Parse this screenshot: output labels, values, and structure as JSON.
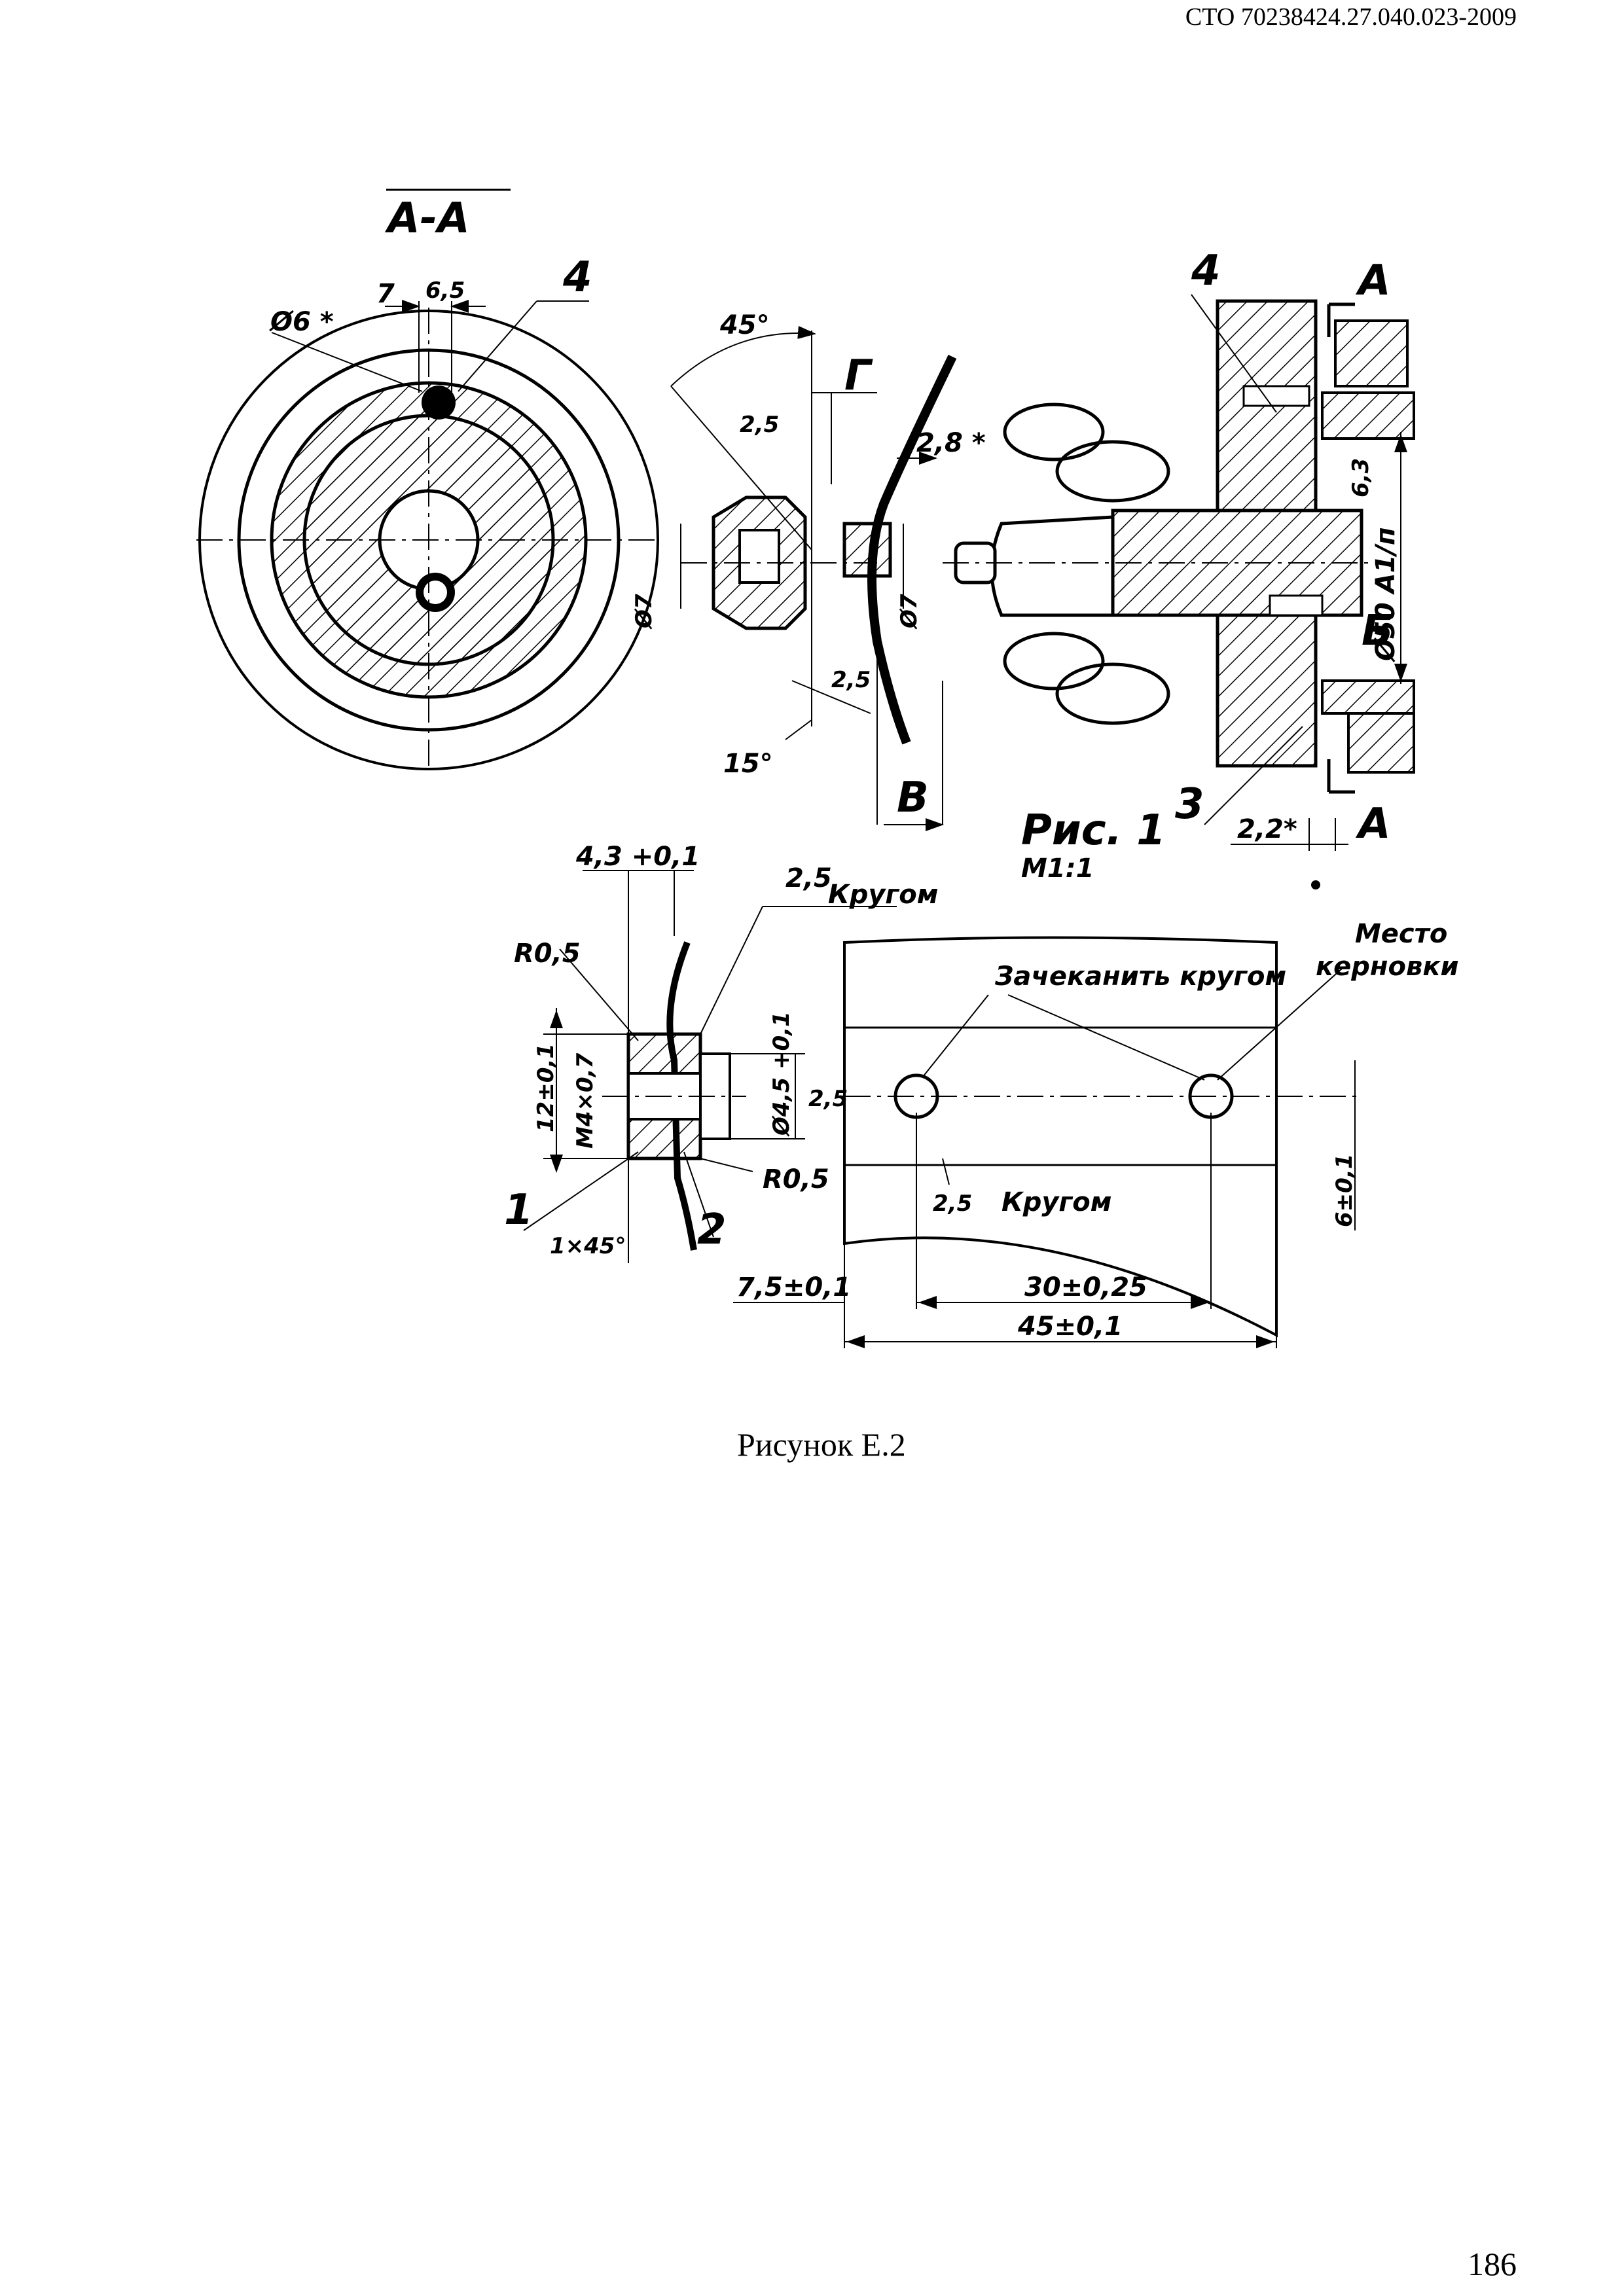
{
  "header": {
    "doc_code": "СТО 70238424.27.040.023-2009"
  },
  "figure": {
    "caption": "Рисунок Е.2",
    "labels": {
      "section_aa": "А-А",
      "callout_4_left": "4",
      "dim_d6": "Ø6 *",
      "dim_7_top": "7",
      "dim_6_5": "6,5",
      "angle_45": "45°",
      "dim_2_5_a": "2,5",
      "label_g": "Г",
      "dim_2_8": "2,8 *",
      "dim_d7_left": "Ø7",
      "dim_d7_right": "Ø7",
      "dim_2_5_b": "2,5",
      "angle_15": "15°",
      "label_v": "В",
      "callout_4_right": "4",
      "label_a_top": "А",
      "dim_d50": "Ø50 А1/п",
      "dim_6_3": "6,3",
      "label_b": "Б",
      "callout_3": "3",
      "dim_2_2": "2,2*",
      "label_a_bottom": "А",
      "fig_title": "Рис. 1",
      "fig_scale": "М1:1",
      "dim_4_3": "4,3 +0,1",
      "dim_2_5_krugom_top": "2,5",
      "krugom_top": "Кругом",
      "r0_5_top": "R0,5",
      "dim_12": "12±0,1",
      "dim_m4": "М4×0,7",
      "dim_d4_5": "Ø4,5 +0,1",
      "dim_2_5_side": "2,5",
      "r0_5_bottom": "R0,5",
      "callout_1": "1",
      "callout_2": "2",
      "chamfer": "1×45°",
      "zachekanit": "Зачеканить кругом",
      "mesto": "Место",
      "kernovki": "керновки",
      "dim_2_5_krugom_bottom": "2,5",
      "krugom_bottom": "Кругом",
      "dim_6": "6±0,1",
      "dim_7_5": "7,5±0,1",
      "dim_30": "30±0,25",
      "dim_45": "45±0,1"
    }
  },
  "footer": {
    "page_number": "186"
  }
}
